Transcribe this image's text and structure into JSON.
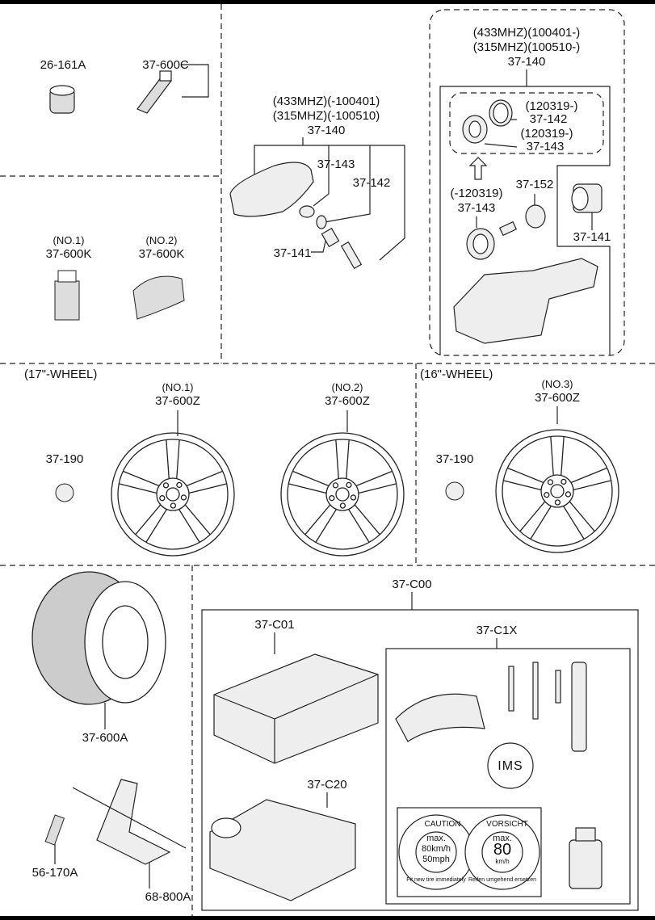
{
  "top_left": {
    "lug_nut": "26-161A",
    "valve": "37-600C",
    "weight1_note": "(NO.1)",
    "weight1": "37-600K",
    "weight2_note": "(NO.2)",
    "weight2": "37-600K"
  },
  "sensor_old": {
    "note1": "(433MHZ)(-100401)",
    "note2": "(315MHZ)(-100510)",
    "part": "37-140",
    "p143": "37-143",
    "p142": "37-142",
    "p141": "37-141"
  },
  "sensor_new": {
    "note1": "(433MHZ)(100401-)",
    "note2": "(315MHZ)(100510-)",
    "part": "37-140",
    "p142_note": "(120319-)",
    "p142": "37-142",
    "p143_note": "(120319-)",
    "p143": "37-143",
    "p143_old_note": "(-120319)",
    "p143_old": "37-143",
    "p152": "37-152",
    "p141": "37-141"
  },
  "wheels17": {
    "title": "(17\"-WHEEL)",
    "cap": "37-190",
    "w1_note": "(NO.1)",
    "w1": "37-600Z",
    "w2_note": "(NO.2)",
    "w2": "37-600Z"
  },
  "wheels16": {
    "title": "(16\"-WHEEL)",
    "cap": "37-190",
    "w3_note": "(NO.3)",
    "w3": "37-600Z"
  },
  "bottom_left": {
    "tire": "37-600A",
    "handle": "56-170A",
    "jack": "68-800A"
  },
  "kit": {
    "part": "37-C00",
    "case": "37-C01",
    "compressor": "37-C20",
    "sealant_set": "37-C1X",
    "ims": "IMS",
    "caution": {
      "title": "CAUTION",
      "l1": "max.",
      "l2": "80km/h",
      "l3": "50mph",
      "ring": "Fit new tire immediately"
    },
    "vorsicht": {
      "title": "VORSICHT",
      "l1": "max.",
      "l2": "80",
      "l3": "km/h",
      "ring": "Reifen umgehend ersetzen"
    }
  }
}
